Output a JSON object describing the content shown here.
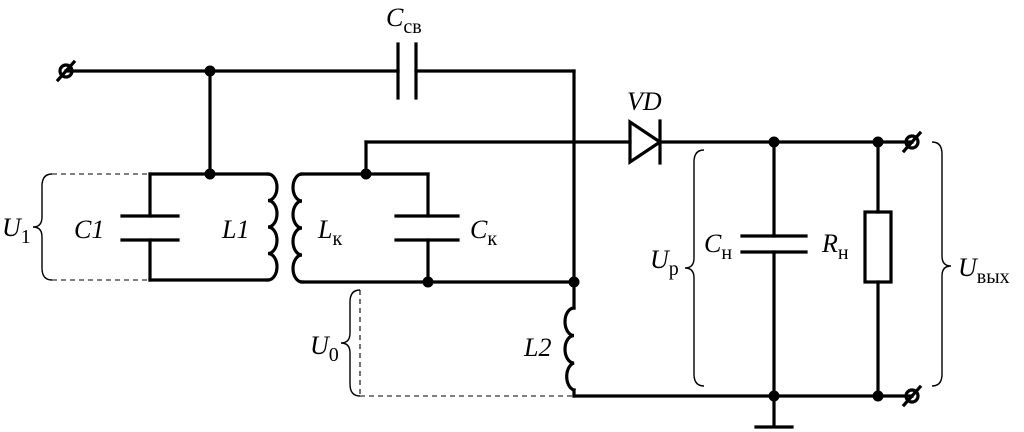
{
  "labels": {
    "c_sv": {
      "main": "C",
      "sub": "св"
    },
    "vd": "VD",
    "u1": {
      "main": "U",
      "sub": "1"
    },
    "c1": "C1",
    "l1": "L1",
    "lk": {
      "main": "L",
      "sub": "к"
    },
    "ck": {
      "main": "C",
      "sub": "к"
    },
    "u0": {
      "main": "U",
      "sub": "0"
    },
    "l2": "L2",
    "up": {
      "main": "U",
      "sub": "р"
    },
    "cn": {
      "main": "C",
      "sub": "н"
    },
    "rn": {
      "main": "R",
      "sub": "н"
    },
    "u_out": {
      "main": "U",
      "sub": "вых"
    }
  }
}
